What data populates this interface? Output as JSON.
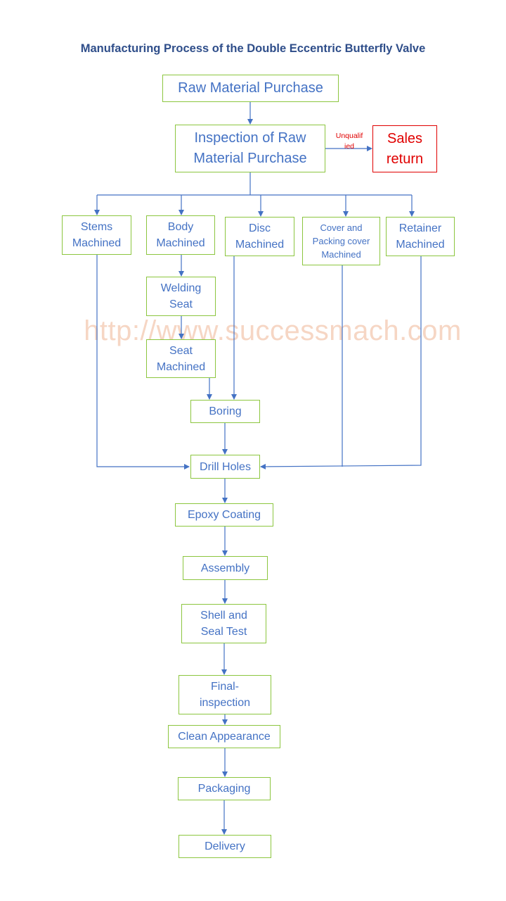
{
  "title": "Manufacturing  Process of the Double Eccentric Butterfly Valve",
  "watermark": "http://www.successmach.com",
  "nodes": {
    "raw_material": "Raw Material Purchase",
    "inspection": "Inspection of Raw\nMaterial Purchase",
    "sales_return": "Sales\nreturn",
    "unqualified_label": "Unqualif\nied",
    "stems": "Stems\nMachined",
    "body": "Body\nMachined",
    "disc": "Disc\nMachined",
    "cover": "Cover and\nPacking cover\nMachined",
    "retainer": "Retainer\nMachined",
    "welding_seat": "Welding\nSeat",
    "seat_machined": "Seat\nMachined",
    "boring": "Boring",
    "drill_holes": "Drill Holes",
    "epoxy": "Epoxy Coating",
    "assembly": "Assembly",
    "shell_seal": "Shell and\nSeal Test",
    "final_inspection": "Final-\ninspection",
    "clean": "Clean Appearance",
    "packaging": "Packaging",
    "delivery": "Delivery"
  }
}
